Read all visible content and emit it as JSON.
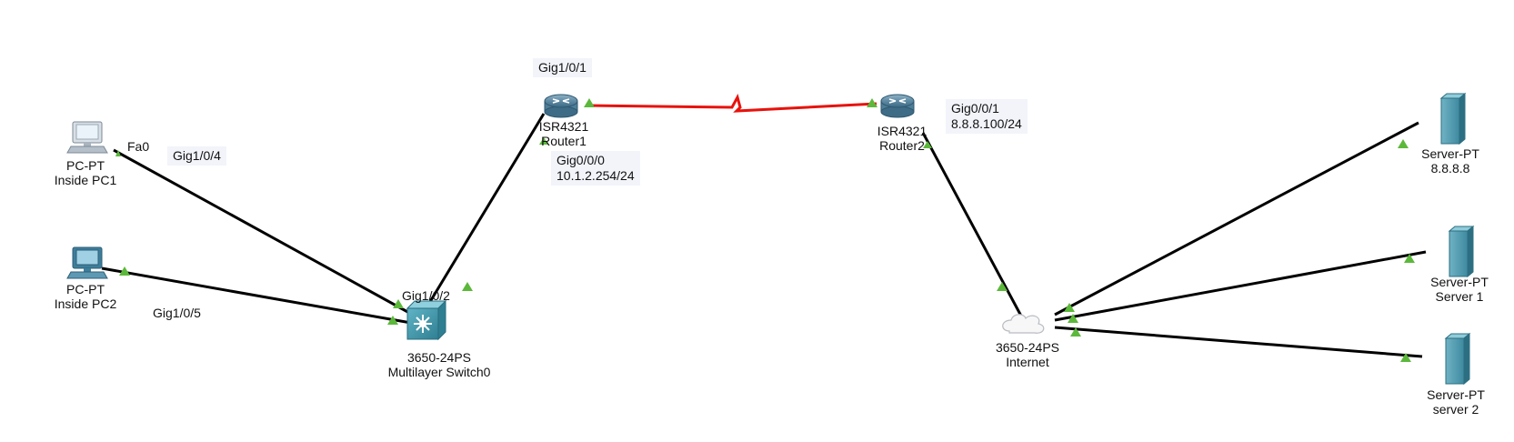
{
  "devices": {
    "pc1": {
      "model": "PC-PT",
      "name": "Inside PC1"
    },
    "pc2": {
      "model": "PC-PT",
      "name": "Inside PC2"
    },
    "switch": {
      "model": "3650-24PS",
      "name": "Multilayer Switch0"
    },
    "router1": {
      "model": "ISR4321",
      "name": "Router1"
    },
    "router2": {
      "model": "ISR4321",
      "name": "Router2"
    },
    "internet": {
      "model": "3650-24PS",
      "name": "Internet"
    },
    "server1": {
      "model": "Server-PT",
      "name": "8.8.8.8"
    },
    "server2": {
      "model": "Server-PT",
      "name": "Server 1"
    },
    "server3": {
      "model": "Server-PT",
      "name": "server 2"
    }
  },
  "ports": {
    "pc1_fa0": "Fa0",
    "sw_gig104": "Gig1/0/4",
    "sw_gig105": "Gig1/0/5",
    "sw_gig102": "Gig1/0/2",
    "r1_gig101": "Gig1/0/1",
    "r1_gig000_name": "Gig0/0/0",
    "r1_gig000_ip": "10.1.2.254/24",
    "r2_gig001_name": "Gig0/0/1",
    "r2_gig001_ip": "8.8.8.100/24"
  },
  "colors": {
    "ethernet_link": "#000000",
    "serial_link": "#e8120c",
    "link_up_indicator": "#5cb83b",
    "port_label_bg": "#f2f4fa",
    "device_teal": "#3b8fa3"
  }
}
